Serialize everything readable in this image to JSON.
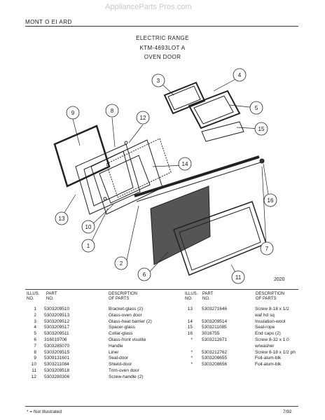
{
  "watermark": "ApplianceParts Pros.com",
  "header": {
    "brand": "MONT O EI  ARD"
  },
  "title_lines": [
    "ELECTRIC  RANGE",
    "KTM-4693LOT  A",
    "OVEN  DOOR"
  ],
  "figure_number": "2020",
  "callouts": [
    "1",
    "2",
    "3",
    "4",
    "5",
    "6",
    "7",
    "8",
    "9",
    "10",
    "11",
    "12",
    "13",
    "14",
    "15",
    "16"
  ],
  "table": {
    "headers": {
      "illus": [
        "ILLUS.",
        "NO."
      ],
      "part": [
        "PART",
        "NO."
      ],
      "desc": [
        "DESCRIPTION",
        "OF PARTS"
      ]
    },
    "left_rows": [
      {
        "illus": "1",
        "part": "5303209510",
        "desc": "Bracket-glass  (2)"
      },
      {
        "illus": "2",
        "part": "5303209513",
        "desc": "Glass-oven  door"
      },
      {
        "illus": "3",
        "part": "5303209512",
        "desc": "Glass-heat  barrier  (2)"
      },
      {
        "illus": "4",
        "part": "5303209517",
        "desc": "Spacer-glass"
      },
      {
        "illus": "5",
        "part": "5303209511",
        "desc": "Collar-glass"
      },
      {
        "illus": "6",
        "part": "316019706",
        "desc": "Glass-front  visulite"
      },
      {
        "illus": "7",
        "part": "5303285070",
        "desc": "Handle"
      },
      {
        "illus": "8",
        "part": "5303209515",
        "desc": "Liner"
      },
      {
        "illus": "9",
        "part": "5309131601",
        "desc": "Seal-door"
      },
      {
        "illus": "10",
        "part": "5303211084",
        "desc": "Shield-door"
      },
      {
        "illus": "11",
        "part": "5303209518",
        "desc": "Trim-oven  door"
      },
      {
        "illus": "12",
        "part": "5303280306",
        "desc": "Screw-handle  (2)"
      }
    ],
    "right_rows": [
      {
        "illus": "13",
        "part": "5303271646",
        "desc": "Screw  8-18  x  1/2"
      },
      {
        "illus": "",
        "part": "",
        "desc": "waf  hd  sq"
      },
      {
        "illus": "14",
        "part": "5303209514",
        "desc": "Insulation-wool"
      },
      {
        "illus": "15",
        "part": "5303211085",
        "desc": "Seal-rope"
      },
      {
        "illus": "16",
        "part": "3016755",
        "desc": "End  caps  (2)"
      },
      {
        "illus": "*",
        "part": "5303212671",
        "desc": "Screw  8-32  x  1.0"
      },
      {
        "illus": "",
        "part": "",
        "desc": "w/washer"
      },
      {
        "illus": "*",
        "part": "5303212762",
        "desc": "Screw  8-18  x  1/2  ph"
      },
      {
        "illus": "*",
        "part": "5303208655",
        "desc": "Foil-alum-blk"
      },
      {
        "illus": "*",
        "part": "5303208656",
        "desc": "Foil-alum-blk"
      }
    ]
  },
  "footer": {
    "note": "* = Not Illustrated",
    "date": "7/92"
  }
}
